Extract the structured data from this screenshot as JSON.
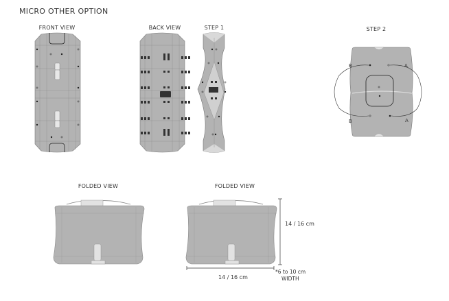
{
  "title": "MICRO OTHER OPTION",
  "views": {
    "front": "FRONT VIEW",
    "back": "BACK VIEW",
    "step1": "STEP 1",
    "step2": "STEP 2",
    "folded1": "FOLDED VIEW",
    "folded2": "FOLDED VIEW"
  },
  "step2_markers": {
    "b_top": "B",
    "a_top": "A",
    "b_bottom": "B",
    "a_bottom": "A"
  },
  "dimensions": {
    "height": "14 / 16 cm",
    "length": "14 / 16 cm",
    "width_value": "*6 to 10 cm",
    "width_label": "WIDTH"
  },
  "colors": {
    "fill": "#b3b3b3",
    "light": "#d9d9d9",
    "dark": "#333333",
    "stroke": "#777777"
  }
}
